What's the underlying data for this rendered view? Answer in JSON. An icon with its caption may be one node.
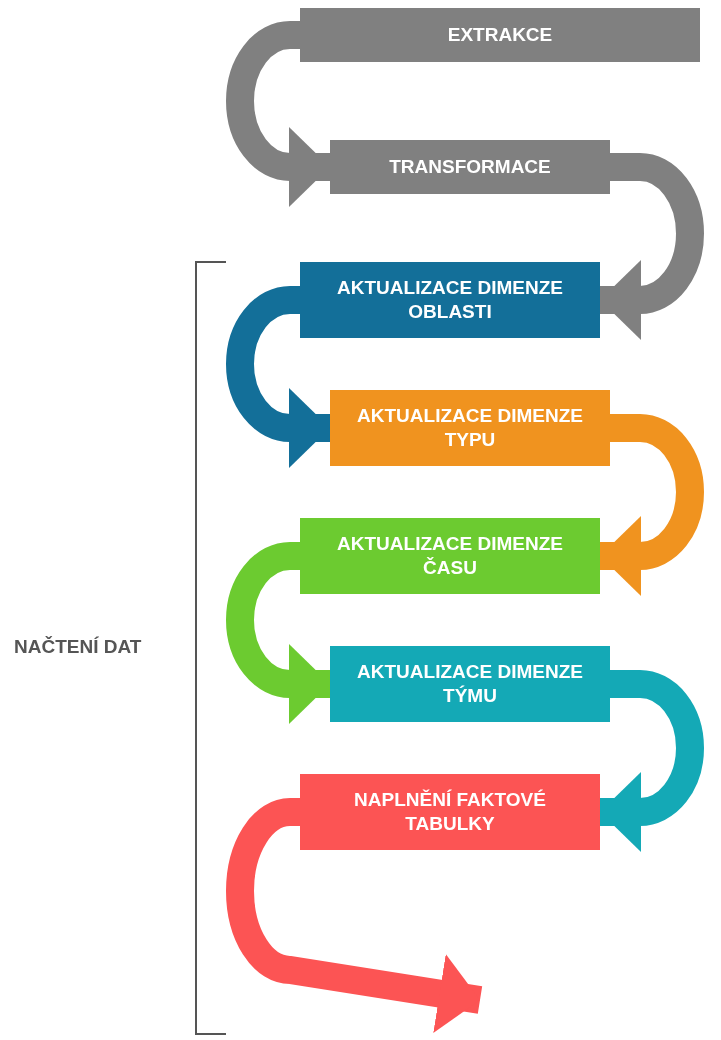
{
  "diagram": {
    "nodes": [
      {
        "text": [
          "EXTRAKCE"
        ]
      },
      {
        "text": [
          "TRANSFORMACE"
        ]
      },
      {
        "text": [
          "AKTUALIZACE DIMENZE OBLASTI"
        ]
      },
      {
        "text": [
          "AKTUALIZACE DIMENZE TYPU"
        ]
      },
      {
        "text": [
          "AKTUALIZACE DIMENZE ČASU"
        ]
      },
      {
        "text": [
          "AKTUALIZACE DIMENZE TÝMU"
        ]
      },
      {
        "text": [
          "NAPLNĚNÍ FAKTOVÉ TABULKY"
        ]
      }
    ],
    "edges": [
      {
        "from": 0,
        "to": 1,
        "arrow": "to"
      },
      {
        "from": 1,
        "to": 2,
        "arrow": "to"
      },
      {
        "from": 2,
        "to": 3,
        "arrow": "to",
        "color": "#136f99"
      },
      {
        "from": 3,
        "to": 4,
        "arrow": "to",
        "color": "#f0931f"
      },
      {
        "from": 4,
        "to": 5,
        "arrow": "to",
        "color": "#6ccb30"
      },
      {
        "from": 5,
        "to": 6,
        "arrow": "to",
        "color": "#14a9b6"
      },
      {
        "from": 6,
        "to": null,
        "arrow": "to",
        "color": "#fc5454"
      }
    ],
    "labels": [
      "NAČTENÍ DAT"
    ]
  }
}
